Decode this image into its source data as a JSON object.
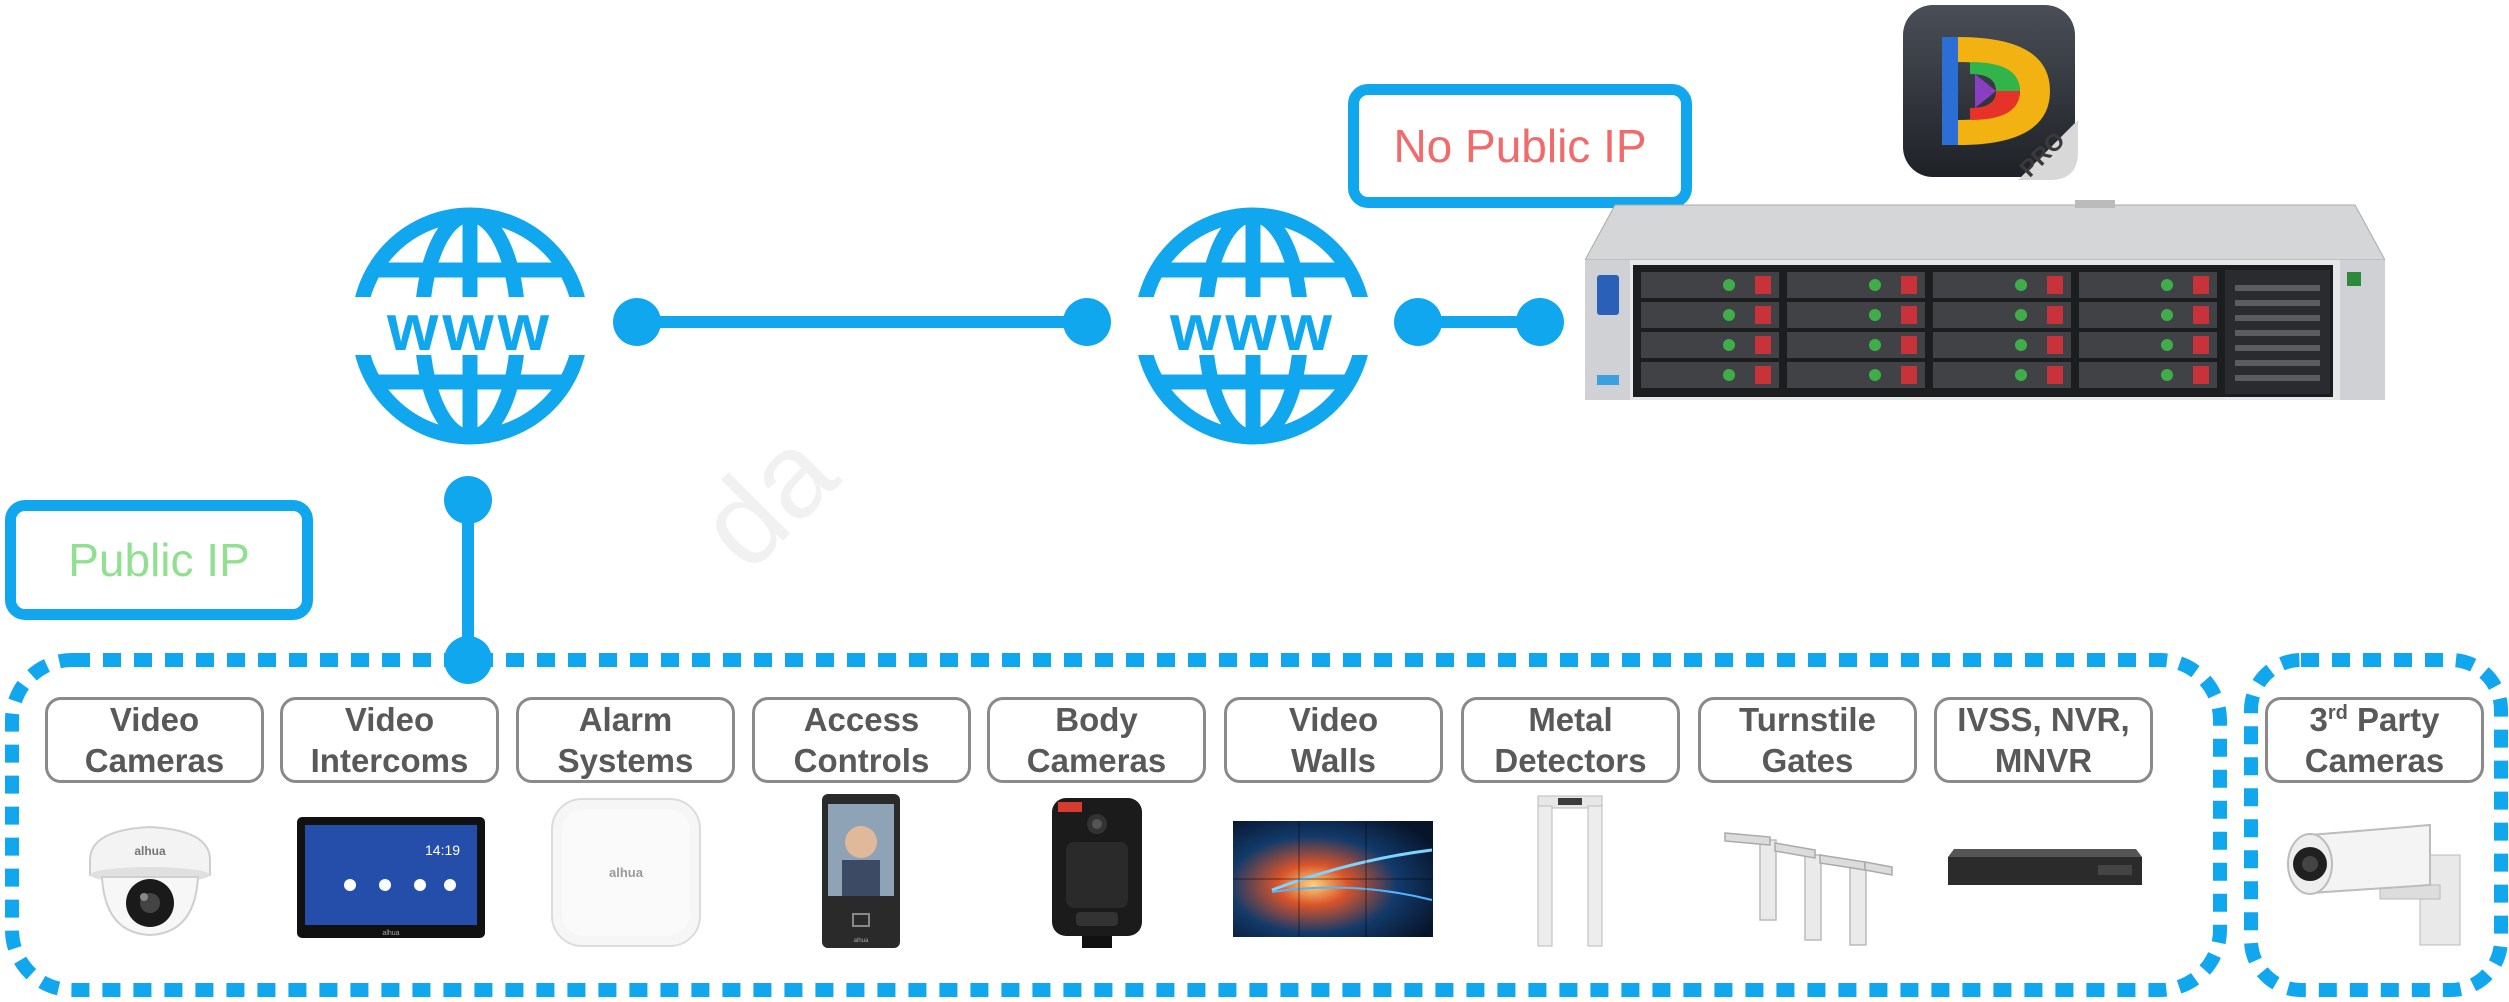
{
  "public_ip_box": {
    "label": "Public IP",
    "color": "#90e090"
  },
  "no_public_ip_box": {
    "label": "No Public IP",
    "color": "#f26b6b"
  },
  "globe_text": "www",
  "app_icon": {
    "badge": "PRO"
  },
  "colors": {
    "accent": "#11a7ee",
    "label_text": "#595959",
    "label_border": "#8a8a8a"
  },
  "devices": [
    {
      "line1": "Video",
      "line2": "Cameras",
      "icon": "dome-camera-icon"
    },
    {
      "line1": "Video",
      "line2": "Intercoms",
      "icon": "intercom-panel-icon"
    },
    {
      "line1": "Alarm",
      "line2": "Systems",
      "icon": "alarm-hub-icon"
    },
    {
      "line1": "Access",
      "line2": "Controls",
      "icon": "face-access-terminal-icon"
    },
    {
      "line1": "Body",
      "line2": "Cameras",
      "icon": "body-camera-icon"
    },
    {
      "line1": "Video",
      "line2": "Walls",
      "icon": "video-wall-icon"
    },
    {
      "line1": "Metal",
      "line2": "Detectors",
      "icon": "metal-detector-gate-icon"
    },
    {
      "line1": "Turnstile",
      "line2": "Gates",
      "icon": "turnstile-gate-icon"
    },
    {
      "line1": "IVSS, NVR,",
      "line2": "MNVR",
      "icon": "nvr-recorder-icon"
    }
  ],
  "third_party": {
    "line1_prefix": "3",
    "line1_sup": "rd",
    "line1_suffix": " Party",
    "line2": "Cameras",
    "icon": "bullet-camera-icon"
  }
}
